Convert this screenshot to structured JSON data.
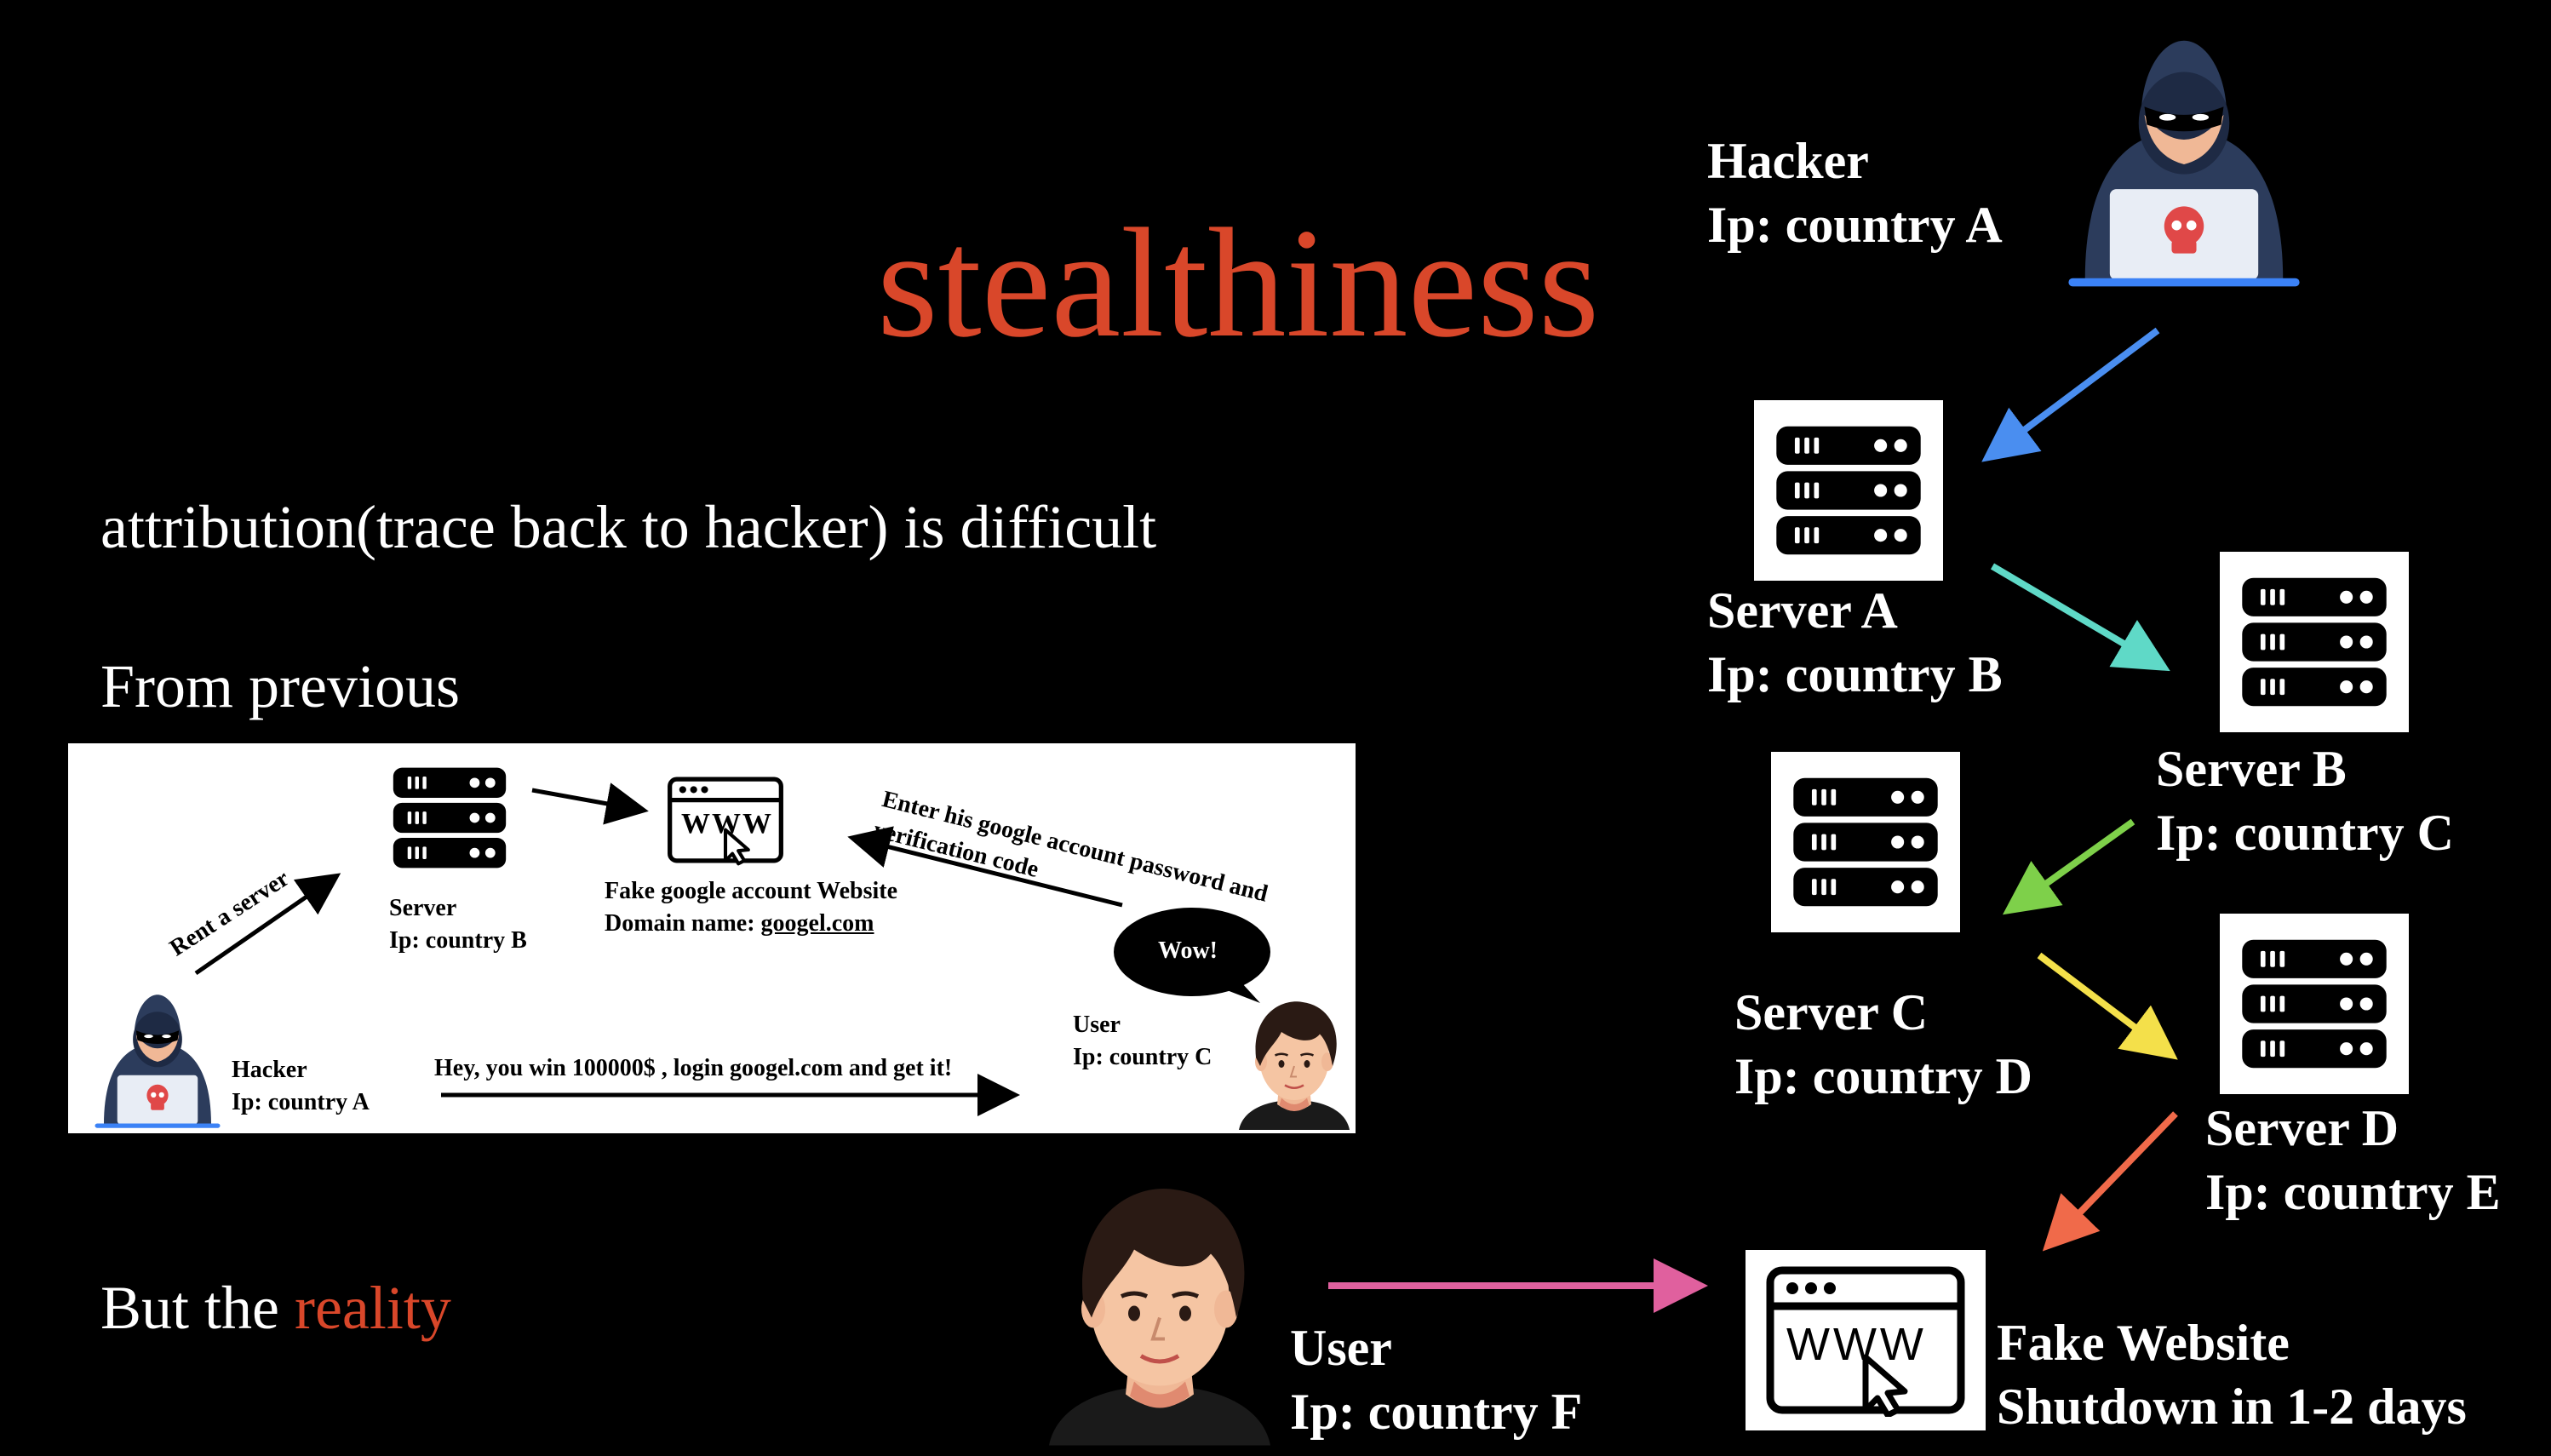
{
  "title": "stealthiness",
  "lines": {
    "attribution": "attribution(trace back to hacker) is difficult",
    "from_previous": "From previous",
    "reality_prefix": "But the ",
    "reality_word": "reality"
  },
  "diagram": {
    "hacker": {
      "name": "Hacker",
      "ip": "Ip: country A"
    },
    "server_a": {
      "name": "Server A",
      "ip": "Ip: country B"
    },
    "server_b": {
      "name": "Server B",
      "ip": "Ip: country C"
    },
    "server_c": {
      "name": "Server C",
      "ip": "Ip: country D"
    },
    "server_d": {
      "name": "Server D",
      "ip": "Ip: country E"
    },
    "website": {
      "name": "Fake Website",
      "status": "Shutdown in 1-2 days"
    },
    "user": {
      "name": "User",
      "ip": "Ip: country F"
    },
    "www": "WWW"
  },
  "previous": {
    "rent": "Rent a server",
    "server_name": "Server",
    "server_ip": "Ip: country B",
    "website_name": "Fake google account Website",
    "domain_prefix": "Domain name: ",
    "domain": "googel.com",
    "enter_line1": "Enter his google account password and",
    "enter_line2": "verification code",
    "wow": "Wow!",
    "user_name": "User",
    "user_ip": "Ip: country C",
    "hacker_name": "Hacker",
    "hacker_ip": "Ip: country A",
    "message": "Hey, you win 100000$ , login googel.com and get it!",
    "www": "WWW"
  },
  "colors": {
    "accent": "#d9472a",
    "arrow_hacker_a": "#4a8ef0",
    "arrow_a_b": "#5fd9c7",
    "arrow_b_c": "#7ed04a",
    "arrow_c_d": "#f4e04a",
    "arrow_d_site": "#f06a4a",
    "arrow_user_site": "#e0609e"
  },
  "icons": [
    "hacker-icon",
    "server-icon",
    "www-icon",
    "user-icon",
    "speech-bubble-icon",
    "skull-icon",
    "cursor-icon"
  ]
}
